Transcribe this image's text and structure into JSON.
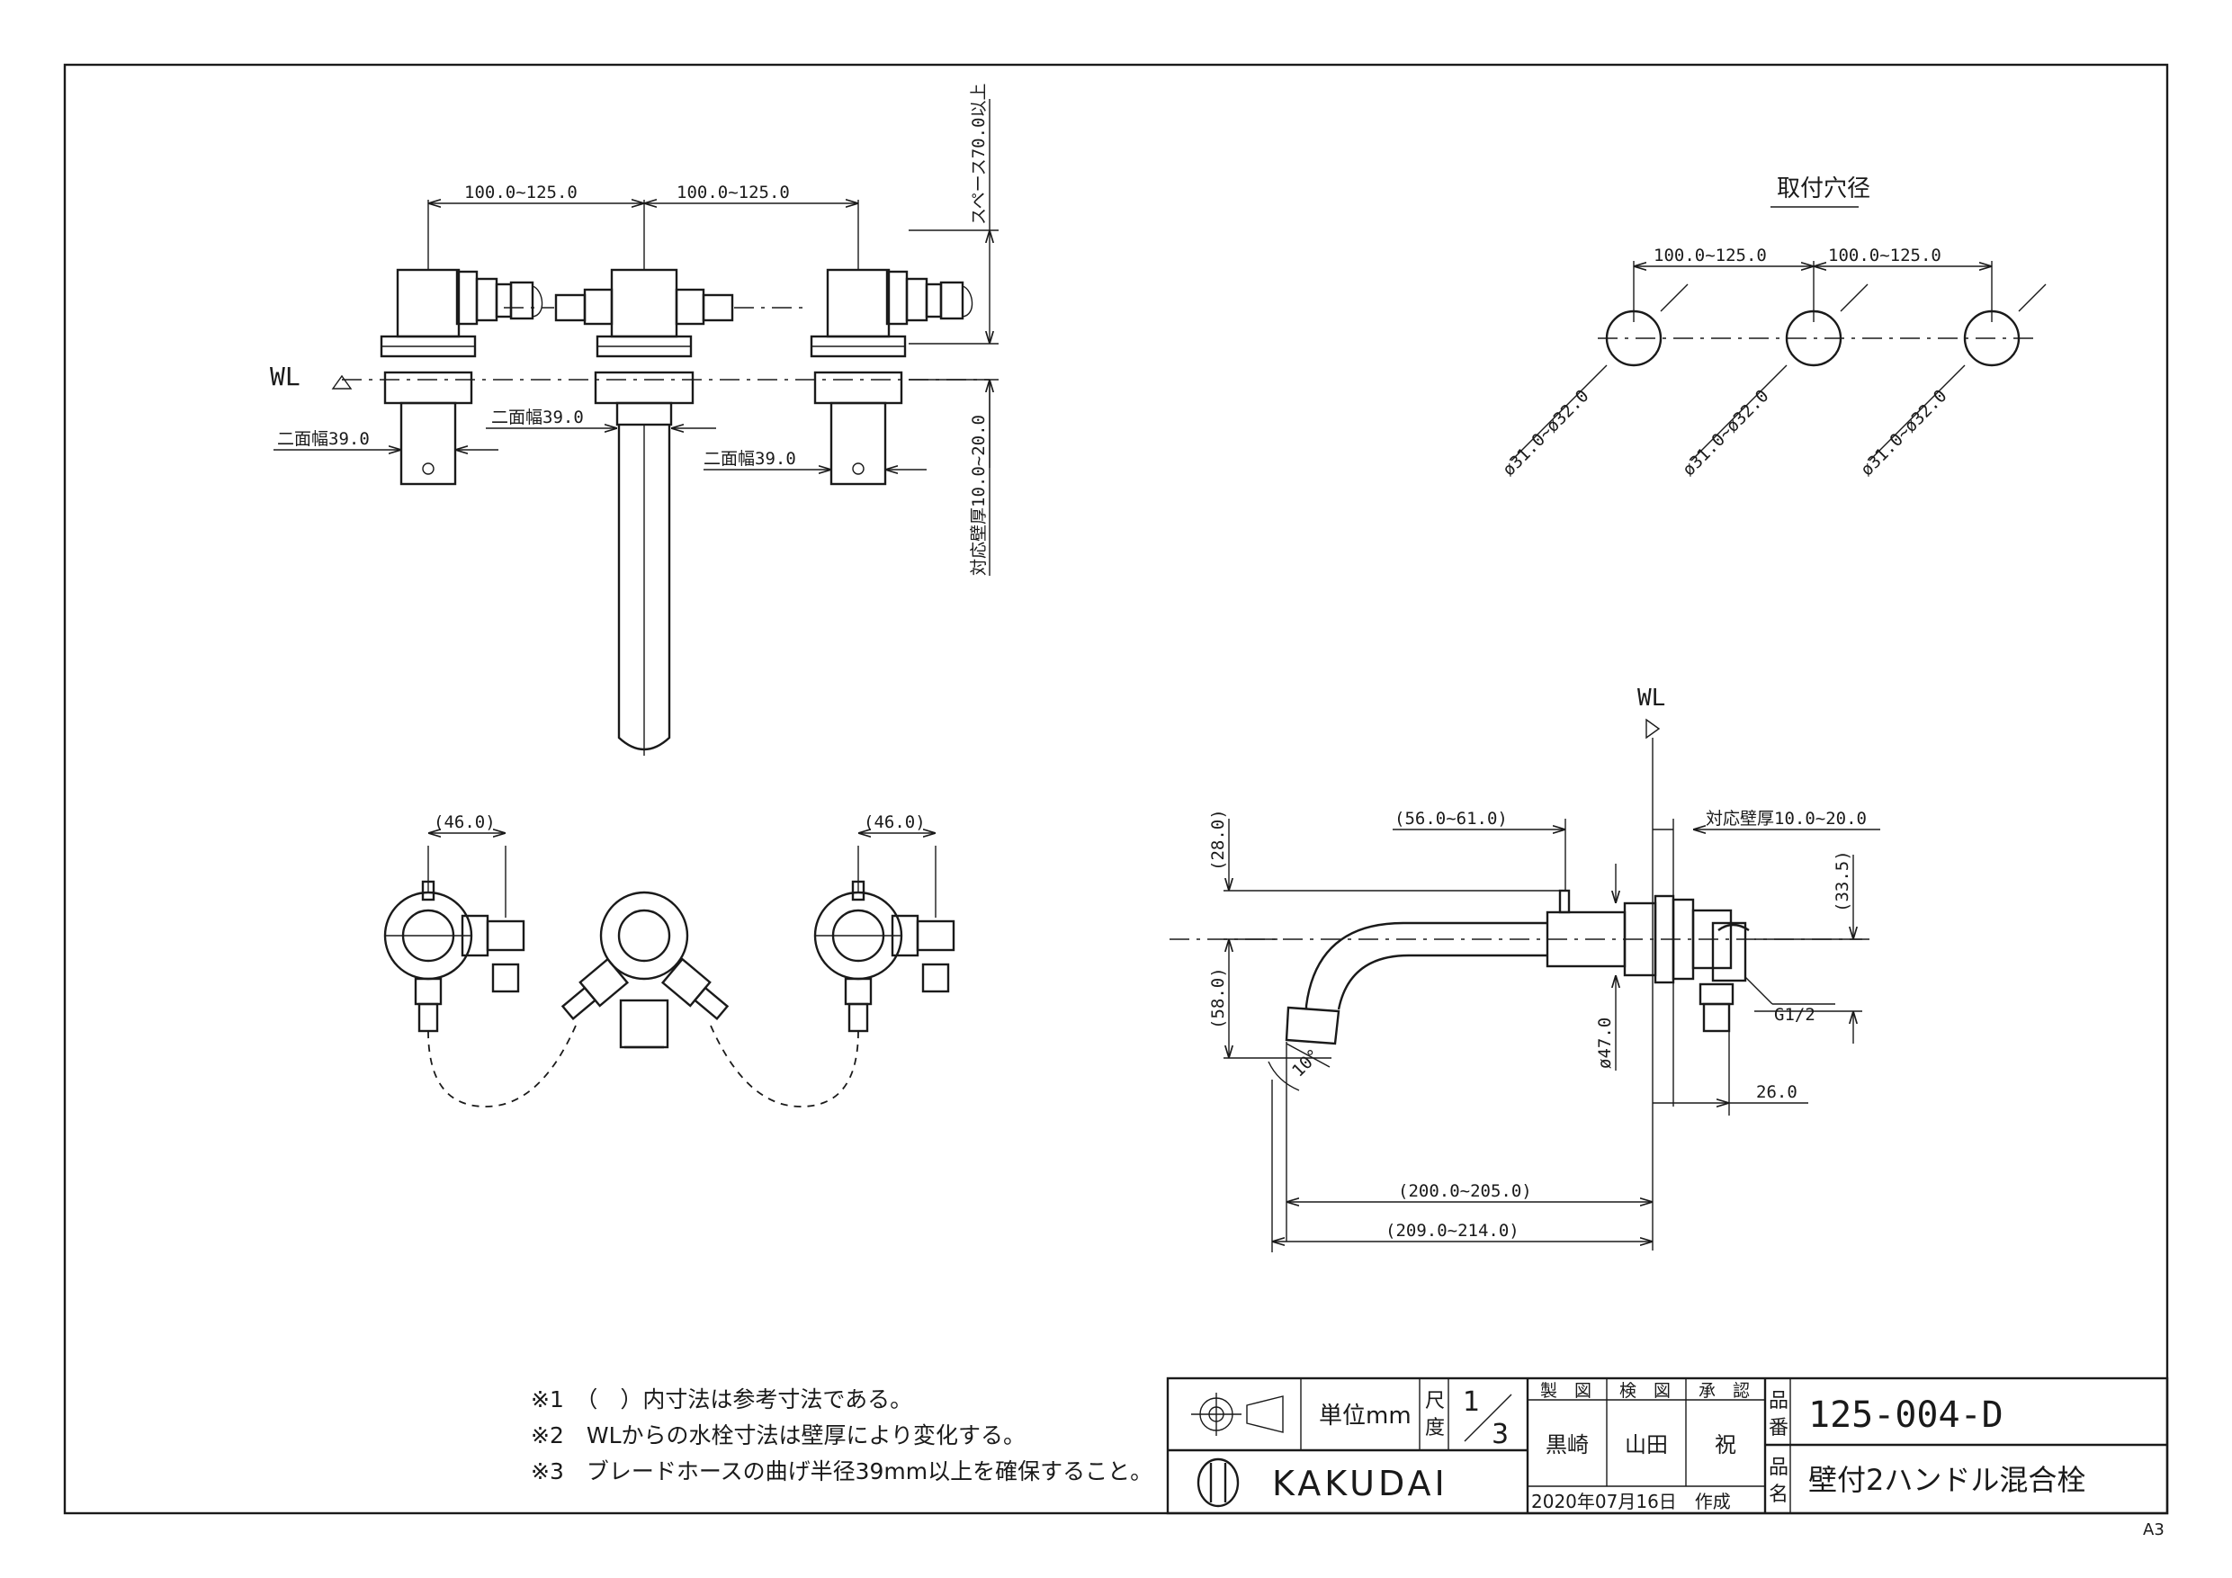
{
  "front_view": {
    "wl_label": "WL",
    "dim_spacing_left": "100.0~125.0",
    "dim_spacing_right": "100.0~125.0",
    "dim_space_above": "スペース70.0以上",
    "dim_wall_thickness": "対応壁厚10.0~20.0",
    "dim_flat_left": "二面幅39.0",
    "dim_flat_center": "二面幅39.0",
    "dim_flat_right": "二面幅39.0"
  },
  "bottom_view": {
    "dim_left": "(46.0)",
    "dim_right": "(46.0)"
  },
  "mounting_holes": {
    "title": "取付穴径",
    "dim_spacing_left": "100.0~125.0",
    "dim_spacing_right": "100.0~125.0",
    "hole_diameters": [
      "ø31.0~ø32.0",
      "ø31.0~ø32.0",
      "ø31.0~ø32.0"
    ]
  },
  "side_view": {
    "wl_label": "WL",
    "dim_28": "(28.0)",
    "dim_58": "(58.0)",
    "dim_56_61": "(56.0~61.0)",
    "dim_wall": "対応壁厚10.0~20.0",
    "dim_33_5": "(33.5)",
    "dim_47": "ø47.0",
    "dim_g12": "G1/2",
    "dim_26": "26.0",
    "dim_angle": "10°",
    "dim_200_205": "(200.0~205.0)",
    "dim_209_214": "(209.0~214.0)"
  },
  "notes": [
    "※1　（　）内寸法は参考寸法である。",
    "※2　WLからの水栓寸法は壁厚により変化する。",
    "※3　ブレードホースの曲げ半径39mm以上を確保すること。"
  ],
  "title_block": {
    "unit_label": "単位mm",
    "scale_label_1": "尺",
    "scale_label_2": "度",
    "scale_num": "1",
    "scale_den": "3",
    "drawn_label": "製　図",
    "checked_label": "検　図",
    "approved_label": "承　認",
    "drawn_by": "黒崎",
    "checked_by": "山田",
    "approved_by": "祝",
    "date_text": "2020年07月16日　作成",
    "part_no_label_1": "品",
    "part_no_label_2": "番",
    "part_name_label_1": "品",
    "part_name_label_2": "名",
    "part_number": "125-004-D",
    "part_name": "壁付2ハンドル混合栓",
    "brand": "KAKUDAI"
  },
  "sheet_size": "A3"
}
